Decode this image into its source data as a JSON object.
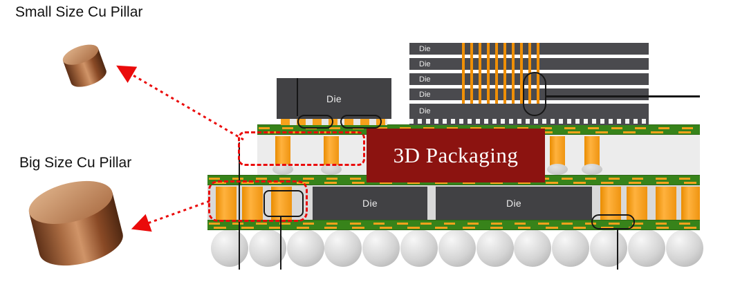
{
  "title": {
    "text": "3D Packaging"
  },
  "callouts": {
    "small_pillar_label": "Small Size Cu Pillar",
    "big_pillar_label": "Big Size Cu Pillar"
  },
  "diagram": {
    "top_die_label": "Die",
    "stacked_die_labels": [
      "Die",
      "Die",
      "Die",
      "Die",
      "Die"
    ],
    "bottom_left_die_label": "Die",
    "bottom_right_die_label": "Die"
  },
  "colors": {
    "annotation_red": "#ea0b0b",
    "cu_pillar_orange": "#f59a23",
    "substrate_green": "#37831a",
    "die_gray": "#414144",
    "packaging_maroon": "#8c1310",
    "copper": "#a96b42",
    "solder_gray": "#c9c9c9"
  }
}
